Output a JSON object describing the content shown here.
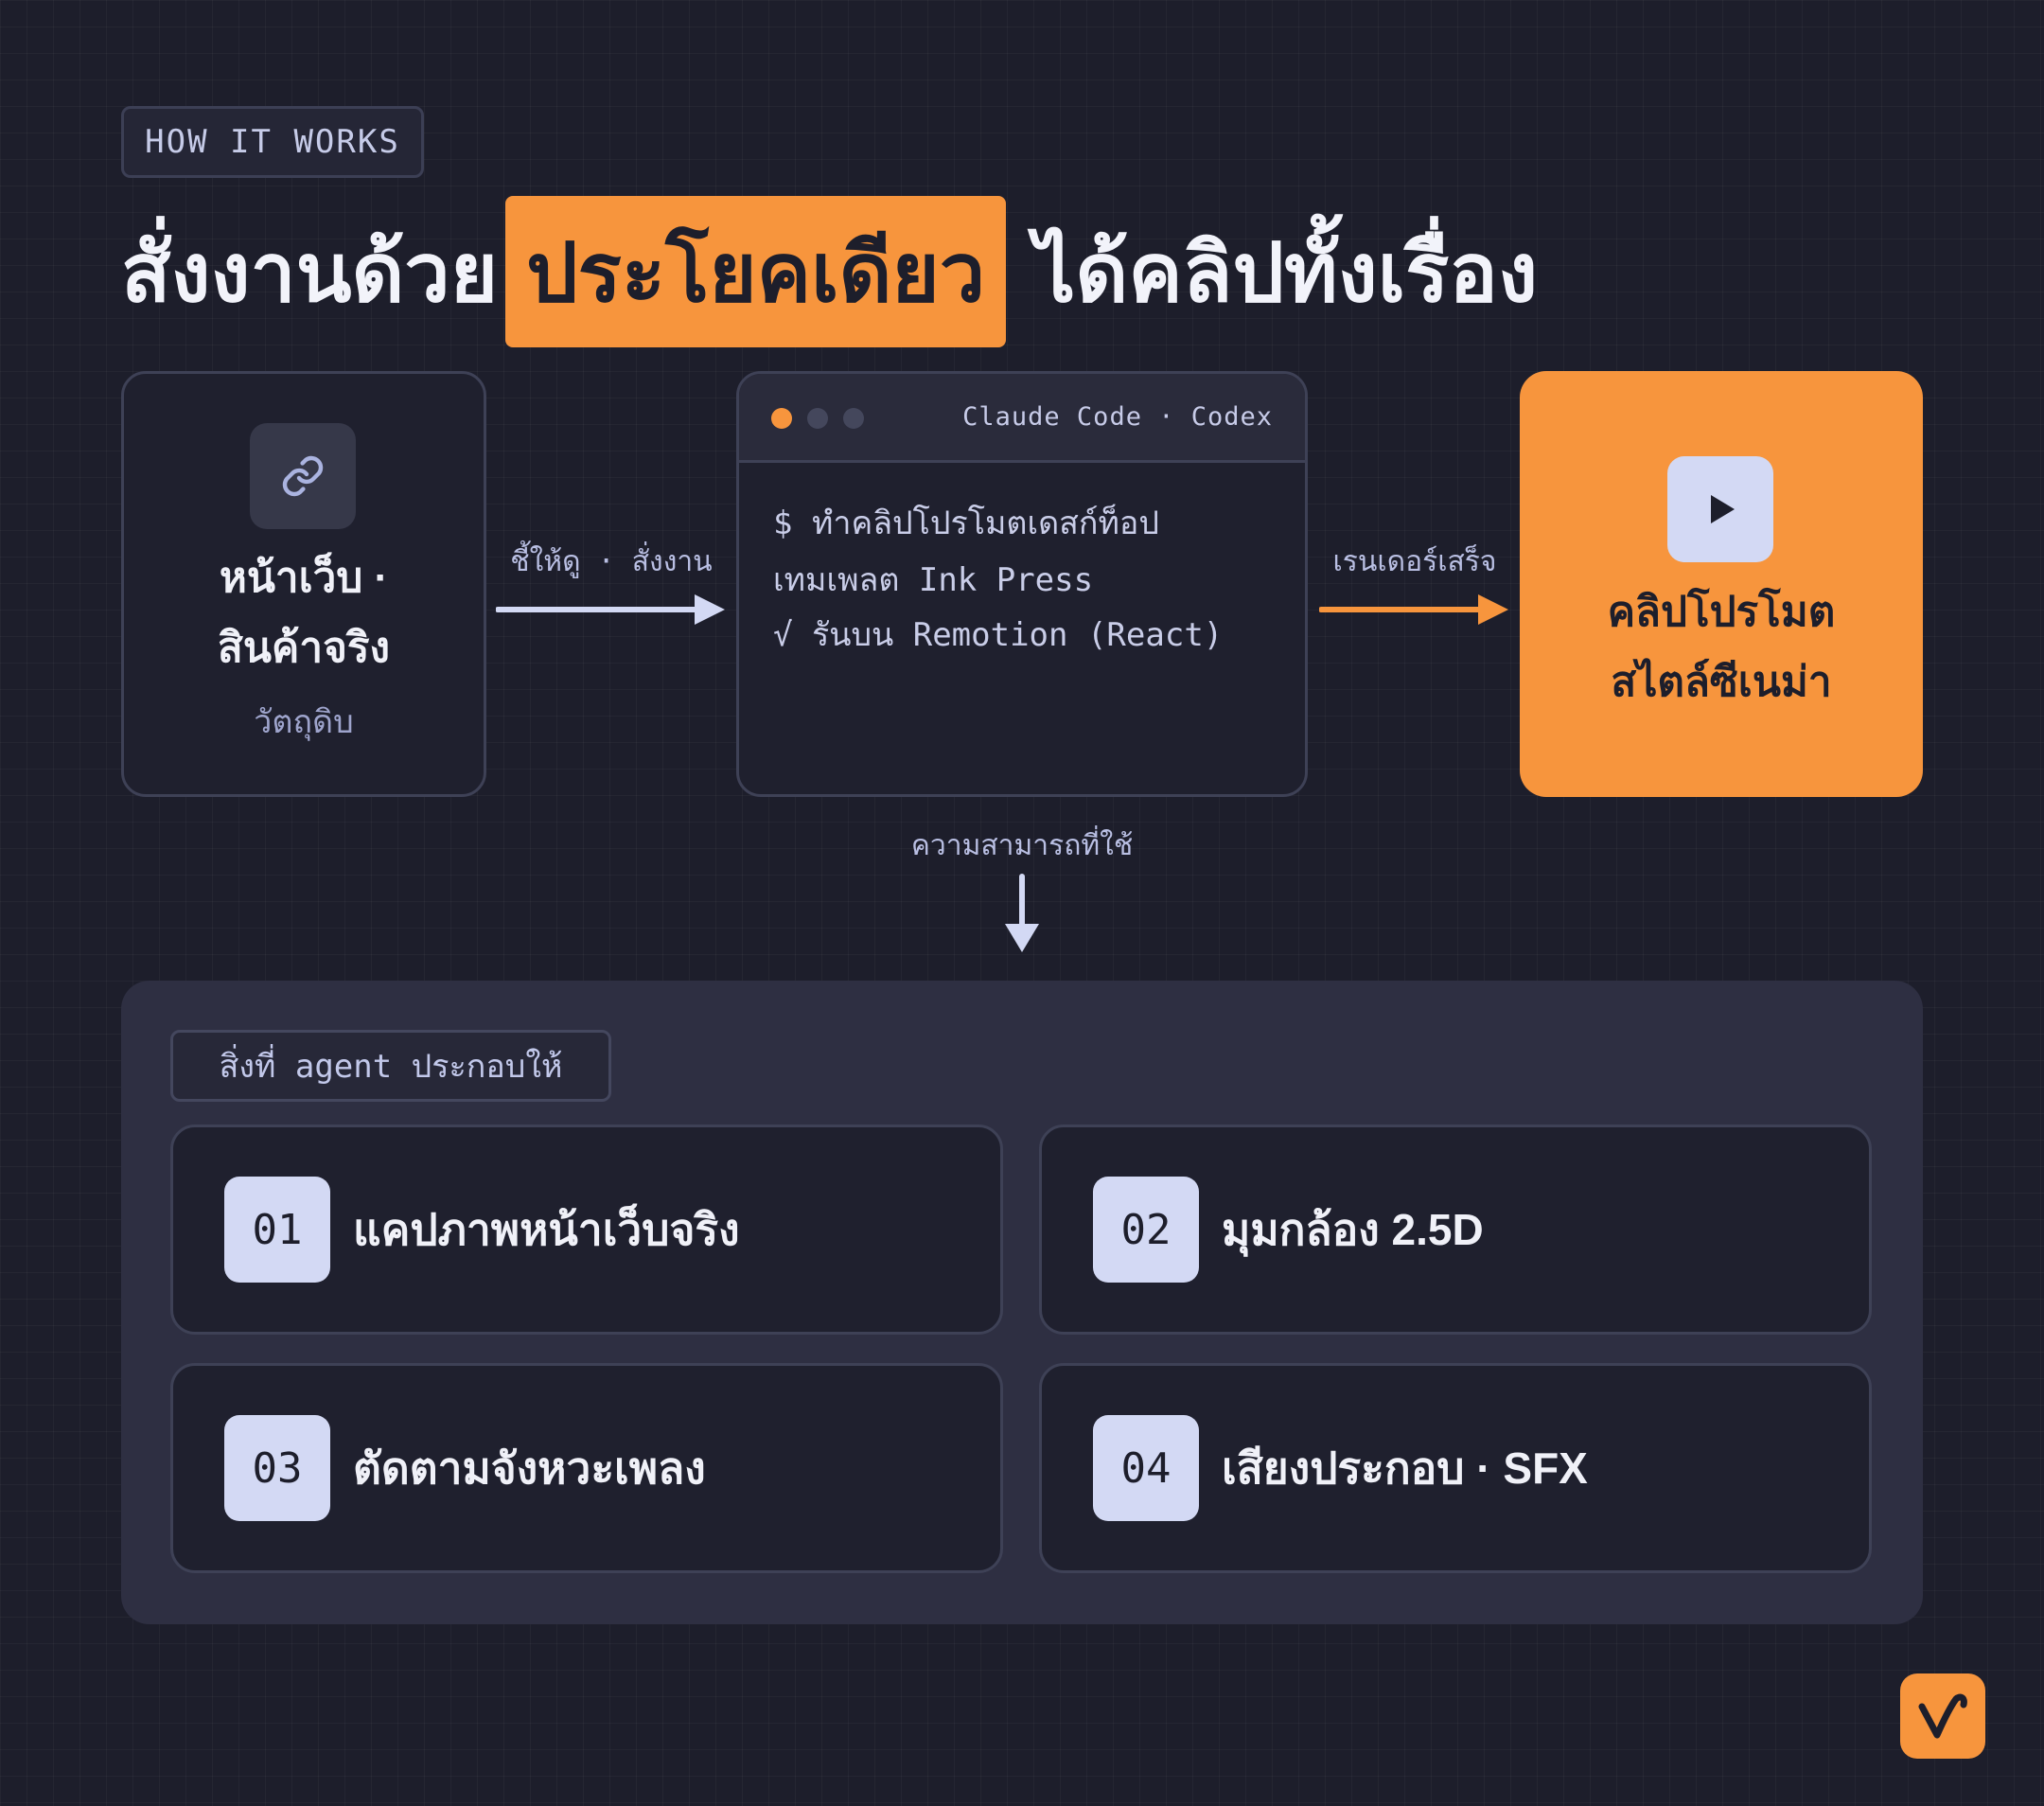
{
  "badge": "HOW IT WORKS",
  "headline": {
    "before": "สั่งงานด้วย",
    "highlight": "ประโยคเดียว",
    "after": "ได้คลิปทั้งเรื่อง"
  },
  "source": {
    "icon": "link-icon",
    "title_line1": "หน้าเว็บ ·",
    "title_line2": "สินค้าจริง",
    "subtitle": "วัตถุดิบ"
  },
  "arrow1_label": "ชี้ให้ดู · สั่งงาน",
  "terminal": {
    "title": "Claude Code · Codex",
    "line1": "$ ทำคลิปโปรโมตเดสก์ท็อป",
    "line2": "เทมเพลต Ink Press",
    "line3": "√ รันบน Remotion (React)"
  },
  "arrow2_label": "เรนเดอร์เสร็จ",
  "output": {
    "icon": "play-icon",
    "title_line1": "คลิปโปรโมต",
    "title_line2": "สไตล์ซีเนม่า"
  },
  "capability_label": "ความสามารถที่ใช้",
  "panel": {
    "tag": "สิ่งที่ agent ประกอบให้",
    "items": [
      {
        "num": "01",
        "text": "แคปภาพหน้าเว็บจริง"
      },
      {
        "num": "02",
        "text": "มุมกล้อง 2.5D"
      },
      {
        "num": "03",
        "text": "ตัดตามจังหวะเพลง"
      },
      {
        "num": "04",
        "text": "เสียงประกอบ · SFX"
      }
    ]
  },
  "colors": {
    "accent": "#f7953d",
    "background": "#1d1e2b",
    "tile": "#d3d9f4"
  }
}
